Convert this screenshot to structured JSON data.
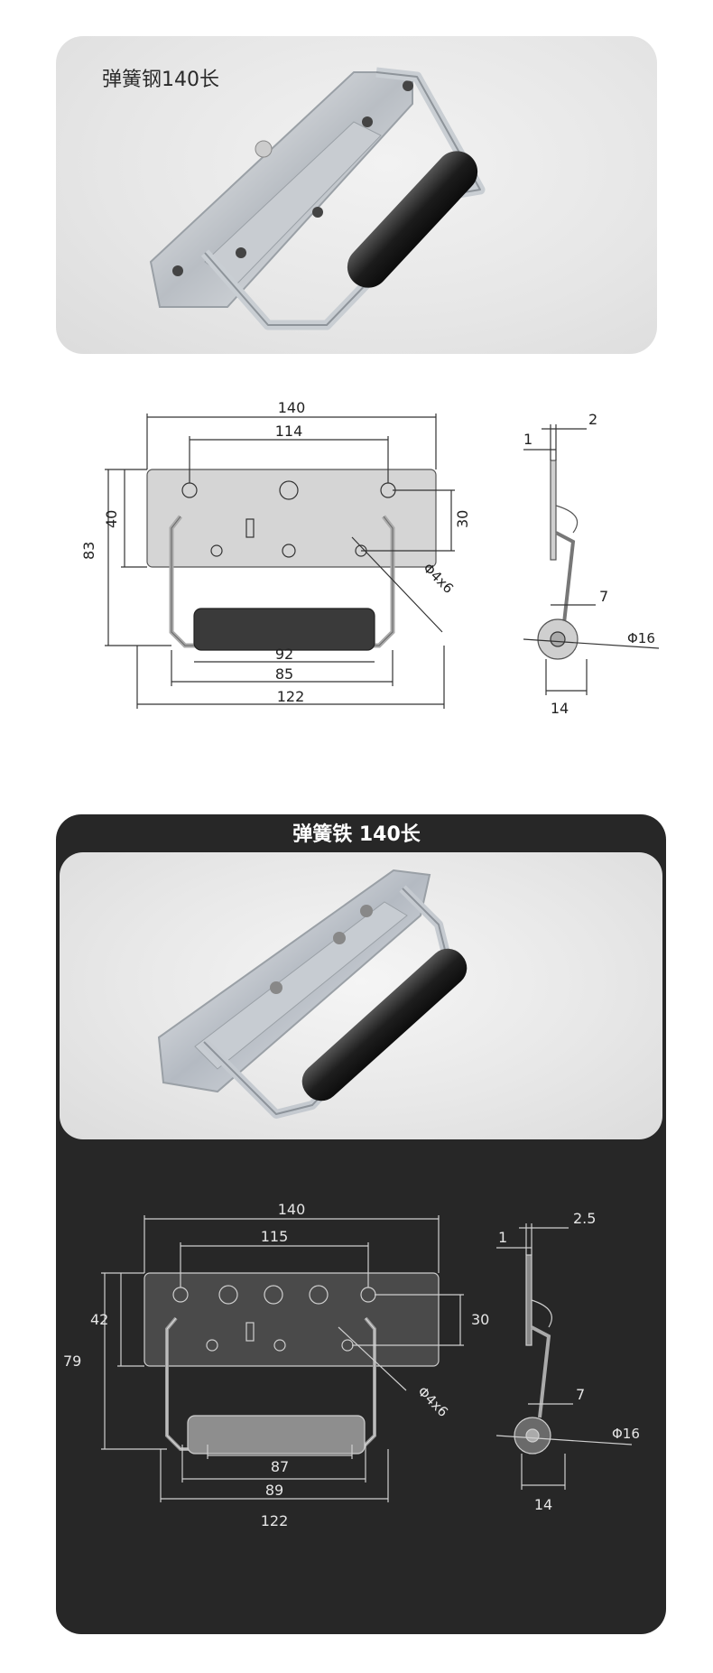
{
  "section1": {
    "title": "弹簧钢140长",
    "dims": {
      "d140": "140",
      "d114": "114",
      "d40": "40",
      "d83": "83",
      "d30": "30",
      "d92": "92",
      "d85": "85",
      "d122": "122",
      "hole": "Φ4x6",
      "side_2": "2",
      "side_1": "1",
      "side_7": "7",
      "side_phi16": "Φ16",
      "side_14": "14"
    }
  },
  "section2": {
    "title": "弹簧铁  140长",
    "dims": {
      "d140": "140",
      "d115": "115",
      "d42": "42",
      "d79": "79",
      "d30": "30",
      "d87": "87",
      "d89": "89",
      "d122": "122",
      "hole": "Φ4x6",
      "side_2_5": "2.5",
      "side_1": "1",
      "side_7": "7",
      "side_phi16": "Φ16",
      "side_14": "14"
    }
  }
}
